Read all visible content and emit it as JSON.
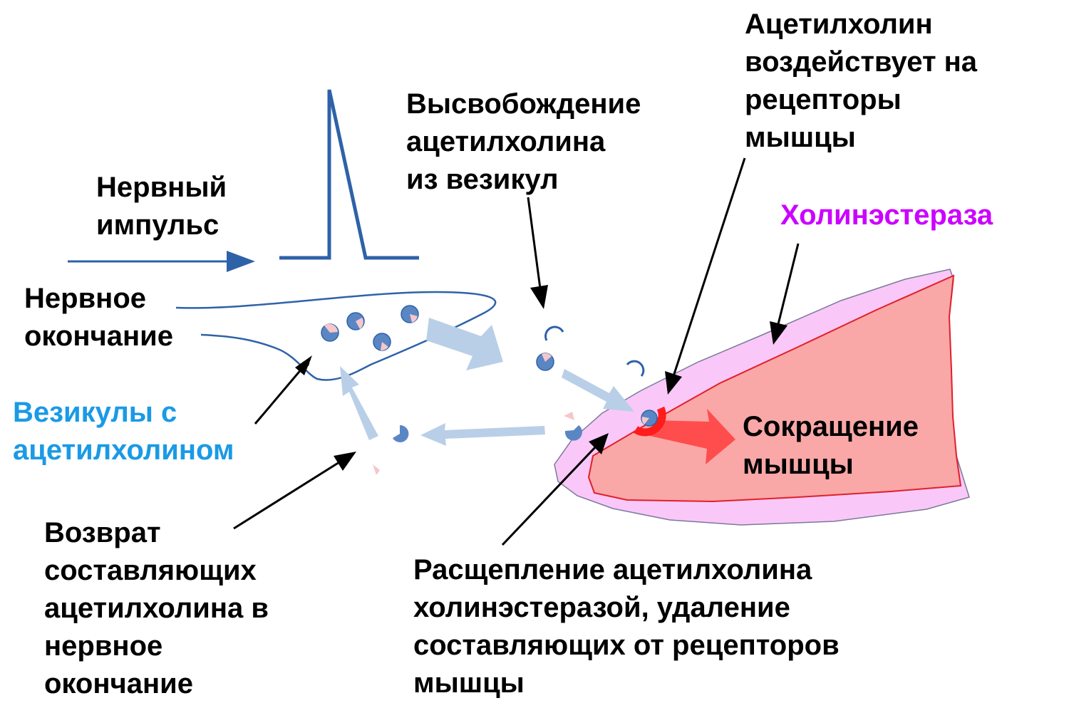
{
  "labels": {
    "nerve_impulse": "Нервный\nимпульс",
    "nerve_ending": "Нервное\nокончание",
    "vesicles": "Везикулы с\nацетилхолином",
    "release": "Высвобождение\nацетилхолина\nиз везикул",
    "receptor_action": "Ацетилхолин\nвоздействует на\nрецепторы\nмышцы",
    "cholinesterase": "Холинэстераза",
    "contraction": "Сокращение\nмышцы",
    "breakdown": "Расщепление ацетилхолина\nхолинэстеразой, удаление\nсоставляющих от рецепторов\nмышцы",
    "return": "Возврат\nсоставляющих\nацетилхолина в\nнервное\nокончание"
  },
  "colors": {
    "text": "#000000",
    "vesicles_text": "#1a9ae6",
    "cholinesterase_text": "#cc00ff",
    "nerve_line": "#2e62a8",
    "pale_arrow": "#b9cfe8",
    "molecule_blue": "#5b86c4",
    "molecule_pink": "#f5c7cb",
    "muscle_outer": "#f9c8f8",
    "muscle_inner": "#f9a7a7",
    "muscle_line": "#e0202a",
    "enzyme_red": "#ff1c1c",
    "contraction_arrow": "#ff4d4d"
  },
  "icons": {
    "impulse": "action-potential-spike",
    "molecule": "acetylcholine-molecule-icon",
    "enzyme": "cholinesterase-enzyme-icon"
  }
}
